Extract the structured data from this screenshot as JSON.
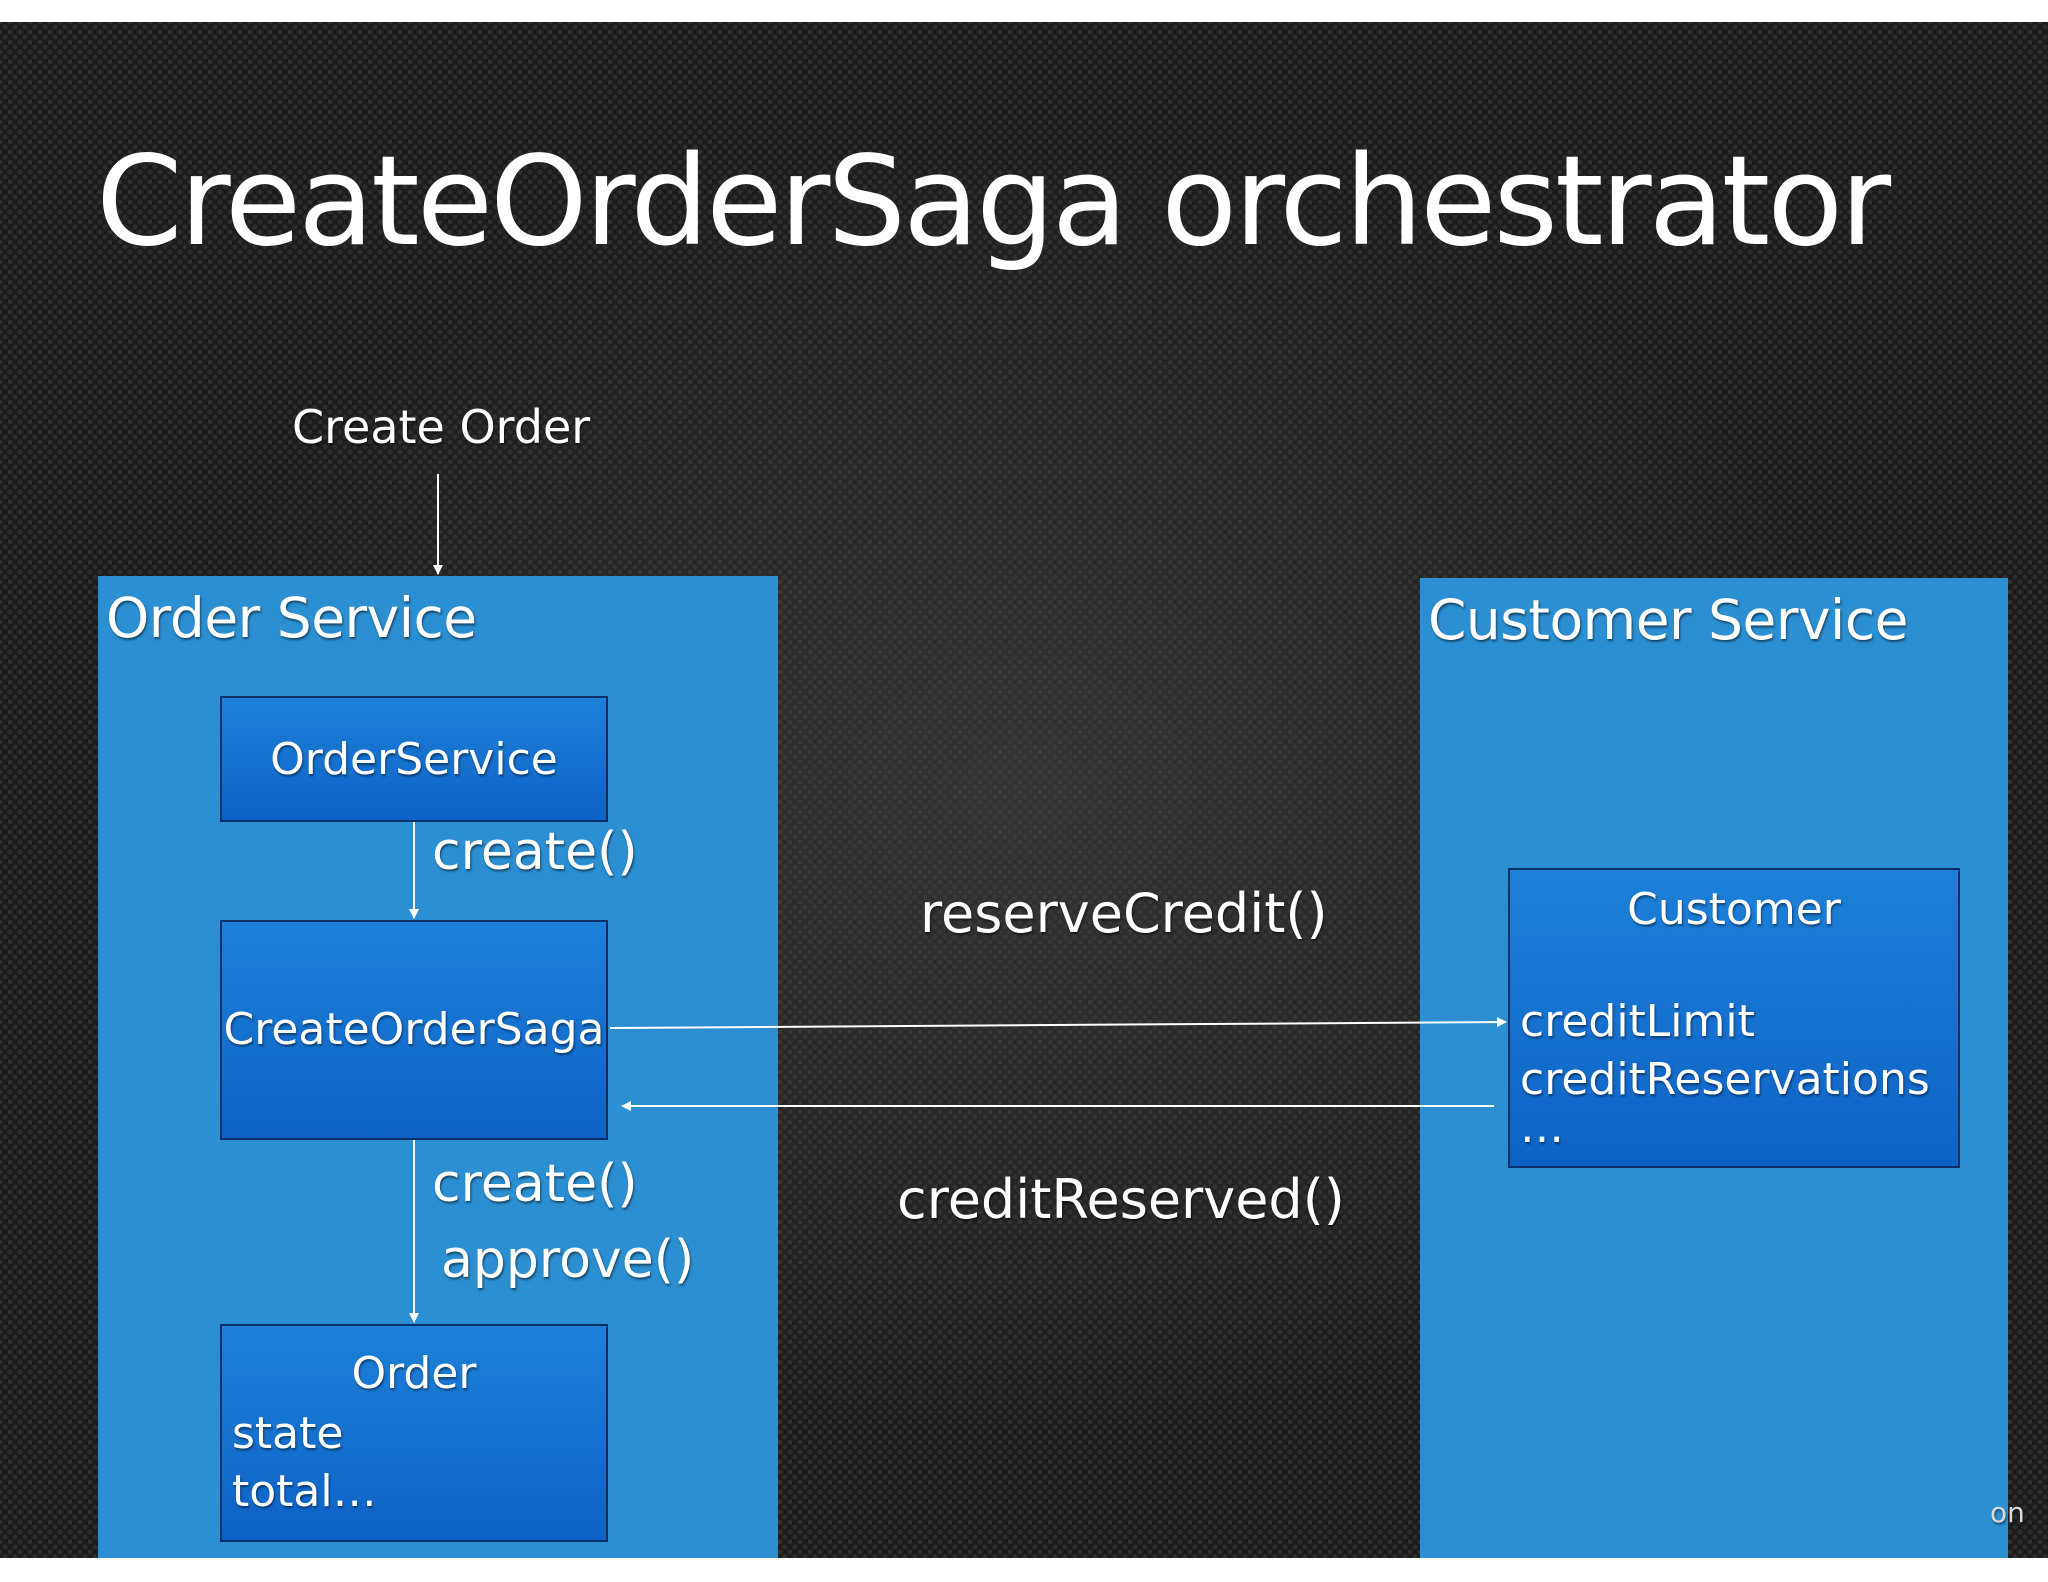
{
  "slide": {
    "title": "CreateOrderSaga orchestrator",
    "corner_fragment": "on"
  },
  "order_service": {
    "label": "Order Service",
    "order_service_box": {
      "title": "OrderService"
    },
    "saga_box": {
      "title": "CreateOrderSaga"
    },
    "order_box": {
      "title": "Order",
      "lines": [
        "state",
        "total…"
      ]
    }
  },
  "customer_service": {
    "label": "Customer Service",
    "customer_box": {
      "title": "Customer",
      "lines": [
        "creditLimit",
        "creditReservations",
        "…"
      ]
    }
  },
  "edges": {
    "external_request": "Create Order",
    "service_to_saga": "create()",
    "saga_to_order": [
      "create()",
      "approve()"
    ],
    "saga_to_customer": "reserveCredit()",
    "customer_to_saga": "creditReserved()"
  },
  "colors": {
    "service_area": "#2b8fd2",
    "box_fill": "#1374d0",
    "box_border": "#0b2f66",
    "arrow": "#ffffff"
  }
}
